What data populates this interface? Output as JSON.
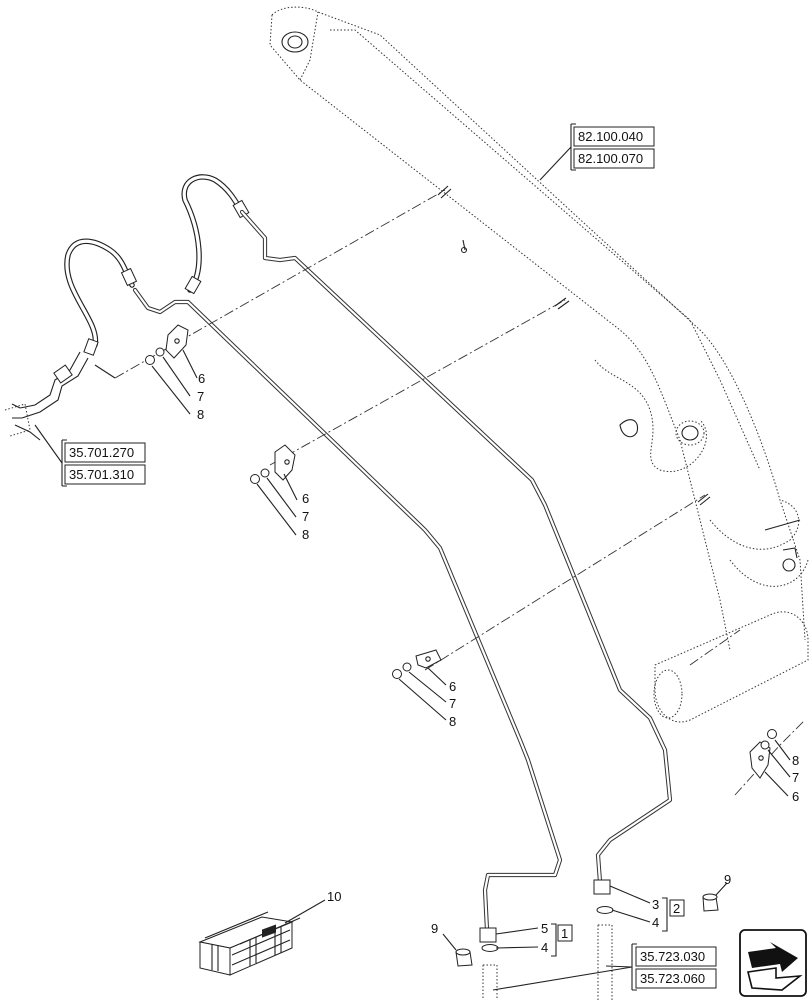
{
  "references": {
    "boom": [
      "82.100.040",
      "82.100.070"
    ],
    "hoses": [
      "35.701.270",
      "35.701.310"
    ],
    "couplers": [
      "35.723.030",
      "35.723.060"
    ]
  },
  "callouts": {
    "clamp_upper": [
      "6",
      "7",
      "8"
    ],
    "clamp_middle": [
      "6",
      "7",
      "8"
    ],
    "clamp_lower": [
      "6",
      "7",
      "8"
    ],
    "clamp_right": [
      "8",
      "7",
      "6"
    ],
    "left_pipe_fittings": [
      "5",
      "4"
    ],
    "right_pipe_fittings": [
      "3",
      "4"
    ],
    "left_cap": "9",
    "right_cap": "9",
    "kit_box": "10",
    "group_left": "1",
    "group_right": "2"
  },
  "icons": {
    "navigation": "previous-page-arrow-icon"
  }
}
